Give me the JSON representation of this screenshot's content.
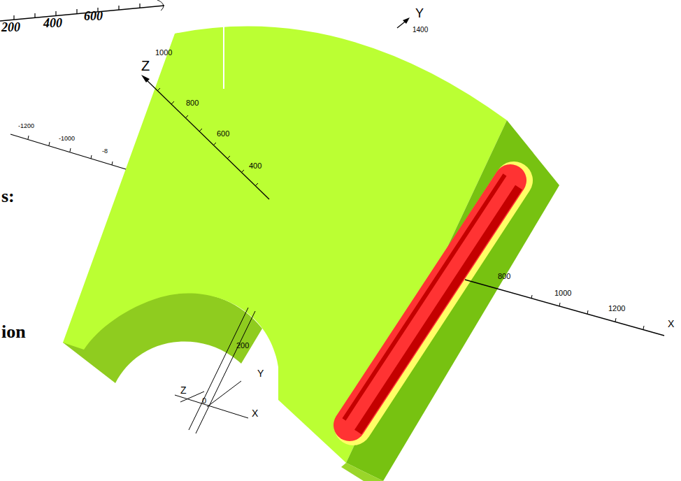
{
  "diagram": {
    "labels": [
      "200",
      "400",
      "600",
      "Z",
      "1000",
      "800",
      "600",
      "400",
      "Y",
      "1400",
      "-1200",
      "-1000",
      "-8",
      "s:",
      "ion",
      "800",
      "1000",
      "1200",
      "X",
      "200",
      "Z",
      "Y",
      "0",
      "X"
    ]
  }
}
